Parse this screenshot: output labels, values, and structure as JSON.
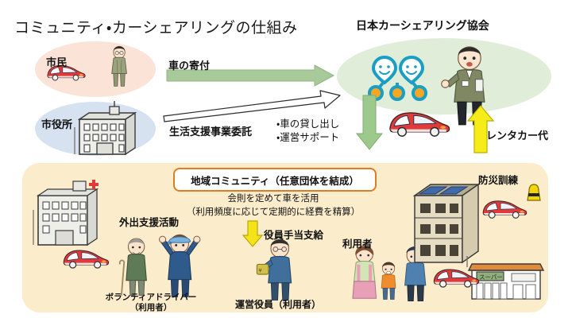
{
  "title": "コミュニティ・カーシェアリングの仕組み",
  "actors": {
    "citizen": {
      "label": "市民",
      "ellipse_color": "#fbe3d8"
    },
    "city_hall": {
      "label": "市役所",
      "ellipse_color": "#d6e2f0"
    },
    "association": {
      "label": "日本カーシェアリング協会",
      "ellipse_color": "#e0eed9"
    }
  },
  "flows": {
    "car_donation": {
      "label": "車の寄付",
      "color": "#a8c99a",
      "direction": "right"
    },
    "welfare_entrustment": {
      "label": "生活支援事業委託",
      "color": "#ffffff",
      "direction": "right"
    },
    "car_lending": {
      "label": "・車の貸し出し",
      "color": "#8cbf7c"
    },
    "operation_support": {
      "label": "・運営サポート"
    },
    "rental_fee": {
      "label": "レンタカー代",
      "color": "#f5ec1a",
      "direction": "up"
    },
    "officer_allowance": {
      "label": "役員手当支給",
      "color": "#f5e31a",
      "direction": "down"
    },
    "supply_down": {
      "color": "#8cbf7c",
      "direction": "down"
    }
  },
  "community": {
    "box_label": "地域コミュニティ（任意団体を結成）",
    "box_border_color": "#e07c24",
    "panel_color": "#fbeccb",
    "rules_text": "会則を定めて車を活用",
    "settlement_text": "（利用頻度に応じて定期的に経費を精算）",
    "outing_support": "外出支援活動",
    "volunteer_driver": "ボランティアドライバー",
    "volunteer_driver_sub": "（利用者）",
    "operating_officer": "運営役員（利用者）",
    "users": "利用者",
    "disaster_drill": "防災訓練",
    "store_sign": "スーパー"
  }
}
